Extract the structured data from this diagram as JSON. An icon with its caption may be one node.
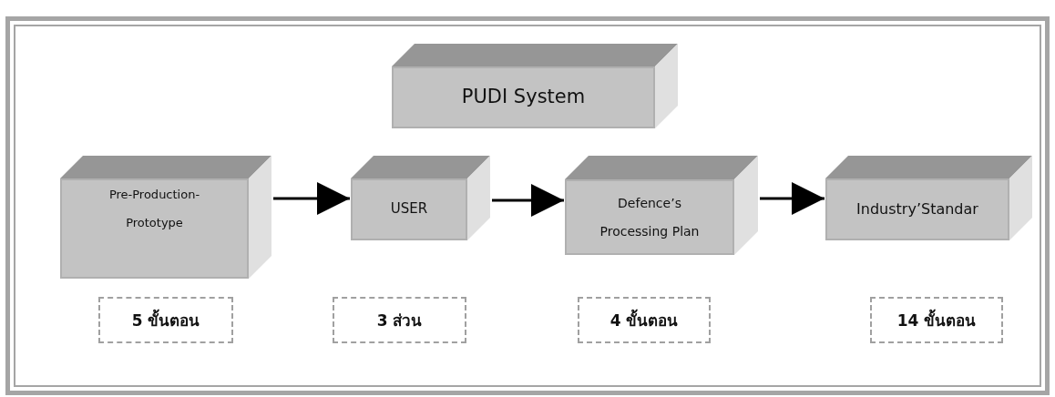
{
  "diagram": {
    "nodes": [
      {
        "text": [
          "PUDI System"
        ]
      },
      {
        "text": [
          "Pre-Production- Prototype"
        ]
      },
      {
        "text": [
          "USER"
        ]
      },
      {
        "text": [
          "Defence’s Processing Plan"
        ]
      },
      {
        "text": [
          "Industry’Standar"
        ]
      },
      {
        "text": [
          "5 ขั้นตอน"
        ]
      },
      {
        "text": [
          "3 ส่วน"
        ]
      },
      {
        "text": [
          "4 ขั้นตอน"
        ]
      },
      {
        "text": [
          "14 ขั้นตอน"
        ]
      }
    ],
    "edges": [
      {
        "from": 1,
        "to": 2,
        "arrow": "to"
      },
      {
        "from": 2,
        "to": 3,
        "arrow": "to"
      },
      {
        "from": 3,
        "to": 4,
        "arrow": "to"
      }
    ]
  }
}
